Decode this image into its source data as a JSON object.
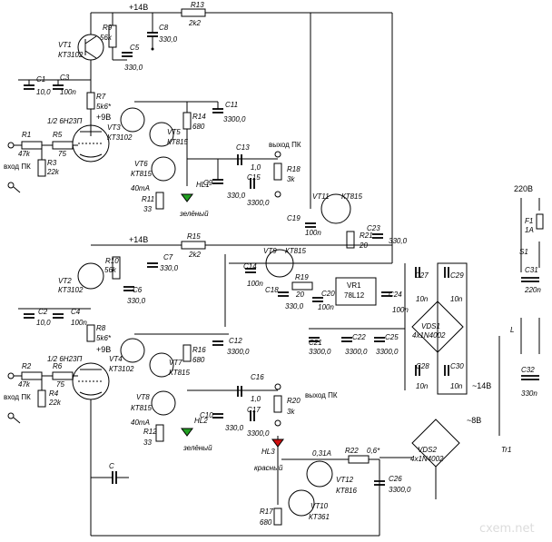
{
  "supply": {
    "v14_top": "+14В",
    "v14_bot": "+14В",
    "v9_top": "+9В",
    "v9_bot": "+9В",
    "mains": "220В",
    "ac14": "~14В",
    "ac8": "~8В"
  },
  "labels": {
    "R13": "R13",
    "R13v": "2k2",
    "R15": "R15",
    "R15v": "2k2",
    "VT1": "VT1",
    "VT1t": "КТ3102",
    "VT2": "VT2",
    "VT2t": "КТ3102",
    "R9": "R9",
    "R9v": "56k",
    "R10": "R10",
    "R10v": "56k",
    "C8": "C8",
    "C8v": "330,0",
    "C7": "C7",
    "C7v": "330,0",
    "C5": "C5",
    "C5v": "330,0",
    "C6": "C6",
    "C6v": "330,0",
    "C1": "C1",
    "C1v": "10,0",
    "C2": "C2",
    "C2v": "10,0",
    "C3": "C3",
    "C3v": "100n",
    "C4": "C4",
    "C4v": "100n",
    "R7": "R7",
    "R7v": "5k6*",
    "R8": "R8",
    "R8v": "5k6*",
    "tube1": "1/2 6Н23П",
    "tube2": "1/2 6Н23П",
    "R1": "R1",
    "R1v": "47k",
    "R2": "R2",
    "R2v": "47k",
    "R5": "R5",
    "R5v": "75",
    "R6": "R6",
    "R6v": "75",
    "R3": "R3",
    "R3v": "22k",
    "R4": "R4",
    "R4v": "22k",
    "in1": "вход ПК",
    "in2": "вход ПК",
    "VT3": "VT3",
    "VT3t": "КТ3102",
    "VT4": "VT4",
    "VT4t": "КТ3102",
    "VT5": "VT5",
    "VT5t": "КТ815",
    "VT7": "VT7",
    "VT7t": "КТ815",
    "R14": "R14",
    "R14v": "680",
    "R16": "R16",
    "R16v": "680",
    "C11": "C11",
    "C11v": "3300,0",
    "C12": "C12",
    "C12v": "3300,0",
    "VT6": "VT6",
    "VT6t": "КТ815",
    "VT8": "VT8",
    "VT8t": "КТ815",
    "I1": "40mA",
    "I2": "40mA",
    "R11": "R11",
    "R11v": "33",
    "R12": "R12",
    "R12v": "33",
    "HL1": "HL1",
    "HL1c": "зелёный",
    "HL2": "HL2",
    "HL2c": "зелёный",
    "C9": "C9",
    "C9v": "330,0",
    "C10": "C10",
    "C10v": "330,0",
    "C13": "C13",
    "C13v": "1,0",
    "C14": "C14",
    "C14v": "100n",
    "C15": "C15",
    "C15v": "3300,0",
    "C16": "C16",
    "C16v": "1,0",
    "C17": "C17",
    "C17v": "3300,0",
    "R18": "R18",
    "R18v": "3k",
    "R20": "R20",
    "R20v": "3k",
    "out1": "выход ПК",
    "out2": "выход ПК",
    "VT11": "VT11",
    "VT11t": "КТ815",
    "VT9": "VT9",
    "VT9t": "КТ815",
    "C19": "C19",
    "C19v": "100n",
    "R21": "R21",
    "R21v": "20",
    "C23": "C23",
    "C23v": "330,0",
    "R19": "R19",
    "R19v": "20",
    "C18": "C18",
    "C18v": "330,0",
    "C20": "C20",
    "C20v": "100n",
    "VR1": "VR1",
    "VR1t": "78L12",
    "C24": "C24",
    "C24v": "100n",
    "C21": "C21",
    "C21v": "3300,0",
    "C22": "C22",
    "C22v": "3300,0",
    "C25": "C25",
    "C25v": "3300,0",
    "C27": "C27",
    "C27v": "10n",
    "C29": "C29",
    "C29v": "10n",
    "C28": "C28",
    "C28v": "10n",
    "C30": "C30",
    "C30v": "10n",
    "VDS1": "VDS1",
    "VDS1t": "4x1N4002",
    "VDS2": "VDS2",
    "VDS2t": "4x1N4002",
    "F1": "F1",
    "F1v": "1A",
    "S1": "S1",
    "C31": "C31",
    "C31v": "220n",
    "L": "L",
    "C32": "C32",
    "C32v": "330n",
    "Tr1": "Tr1",
    "HL3": "HL3",
    "HL3c": "красный",
    "I3": "0,31A",
    "R22": "R22",
    "R22v": "0,6*",
    "VT12": "VT12",
    "VT12t": "КТ816",
    "C26": "C26",
    "C26v": "3300,0",
    "VT10": "VT10",
    "VT10t": "КТ361",
    "R17": "R17",
    "R17v": "680",
    "C": "C"
  },
  "watermark": "cxem.net",
  "colors": {
    "led_green": "#22a022",
    "led_red": "#d01010"
  }
}
